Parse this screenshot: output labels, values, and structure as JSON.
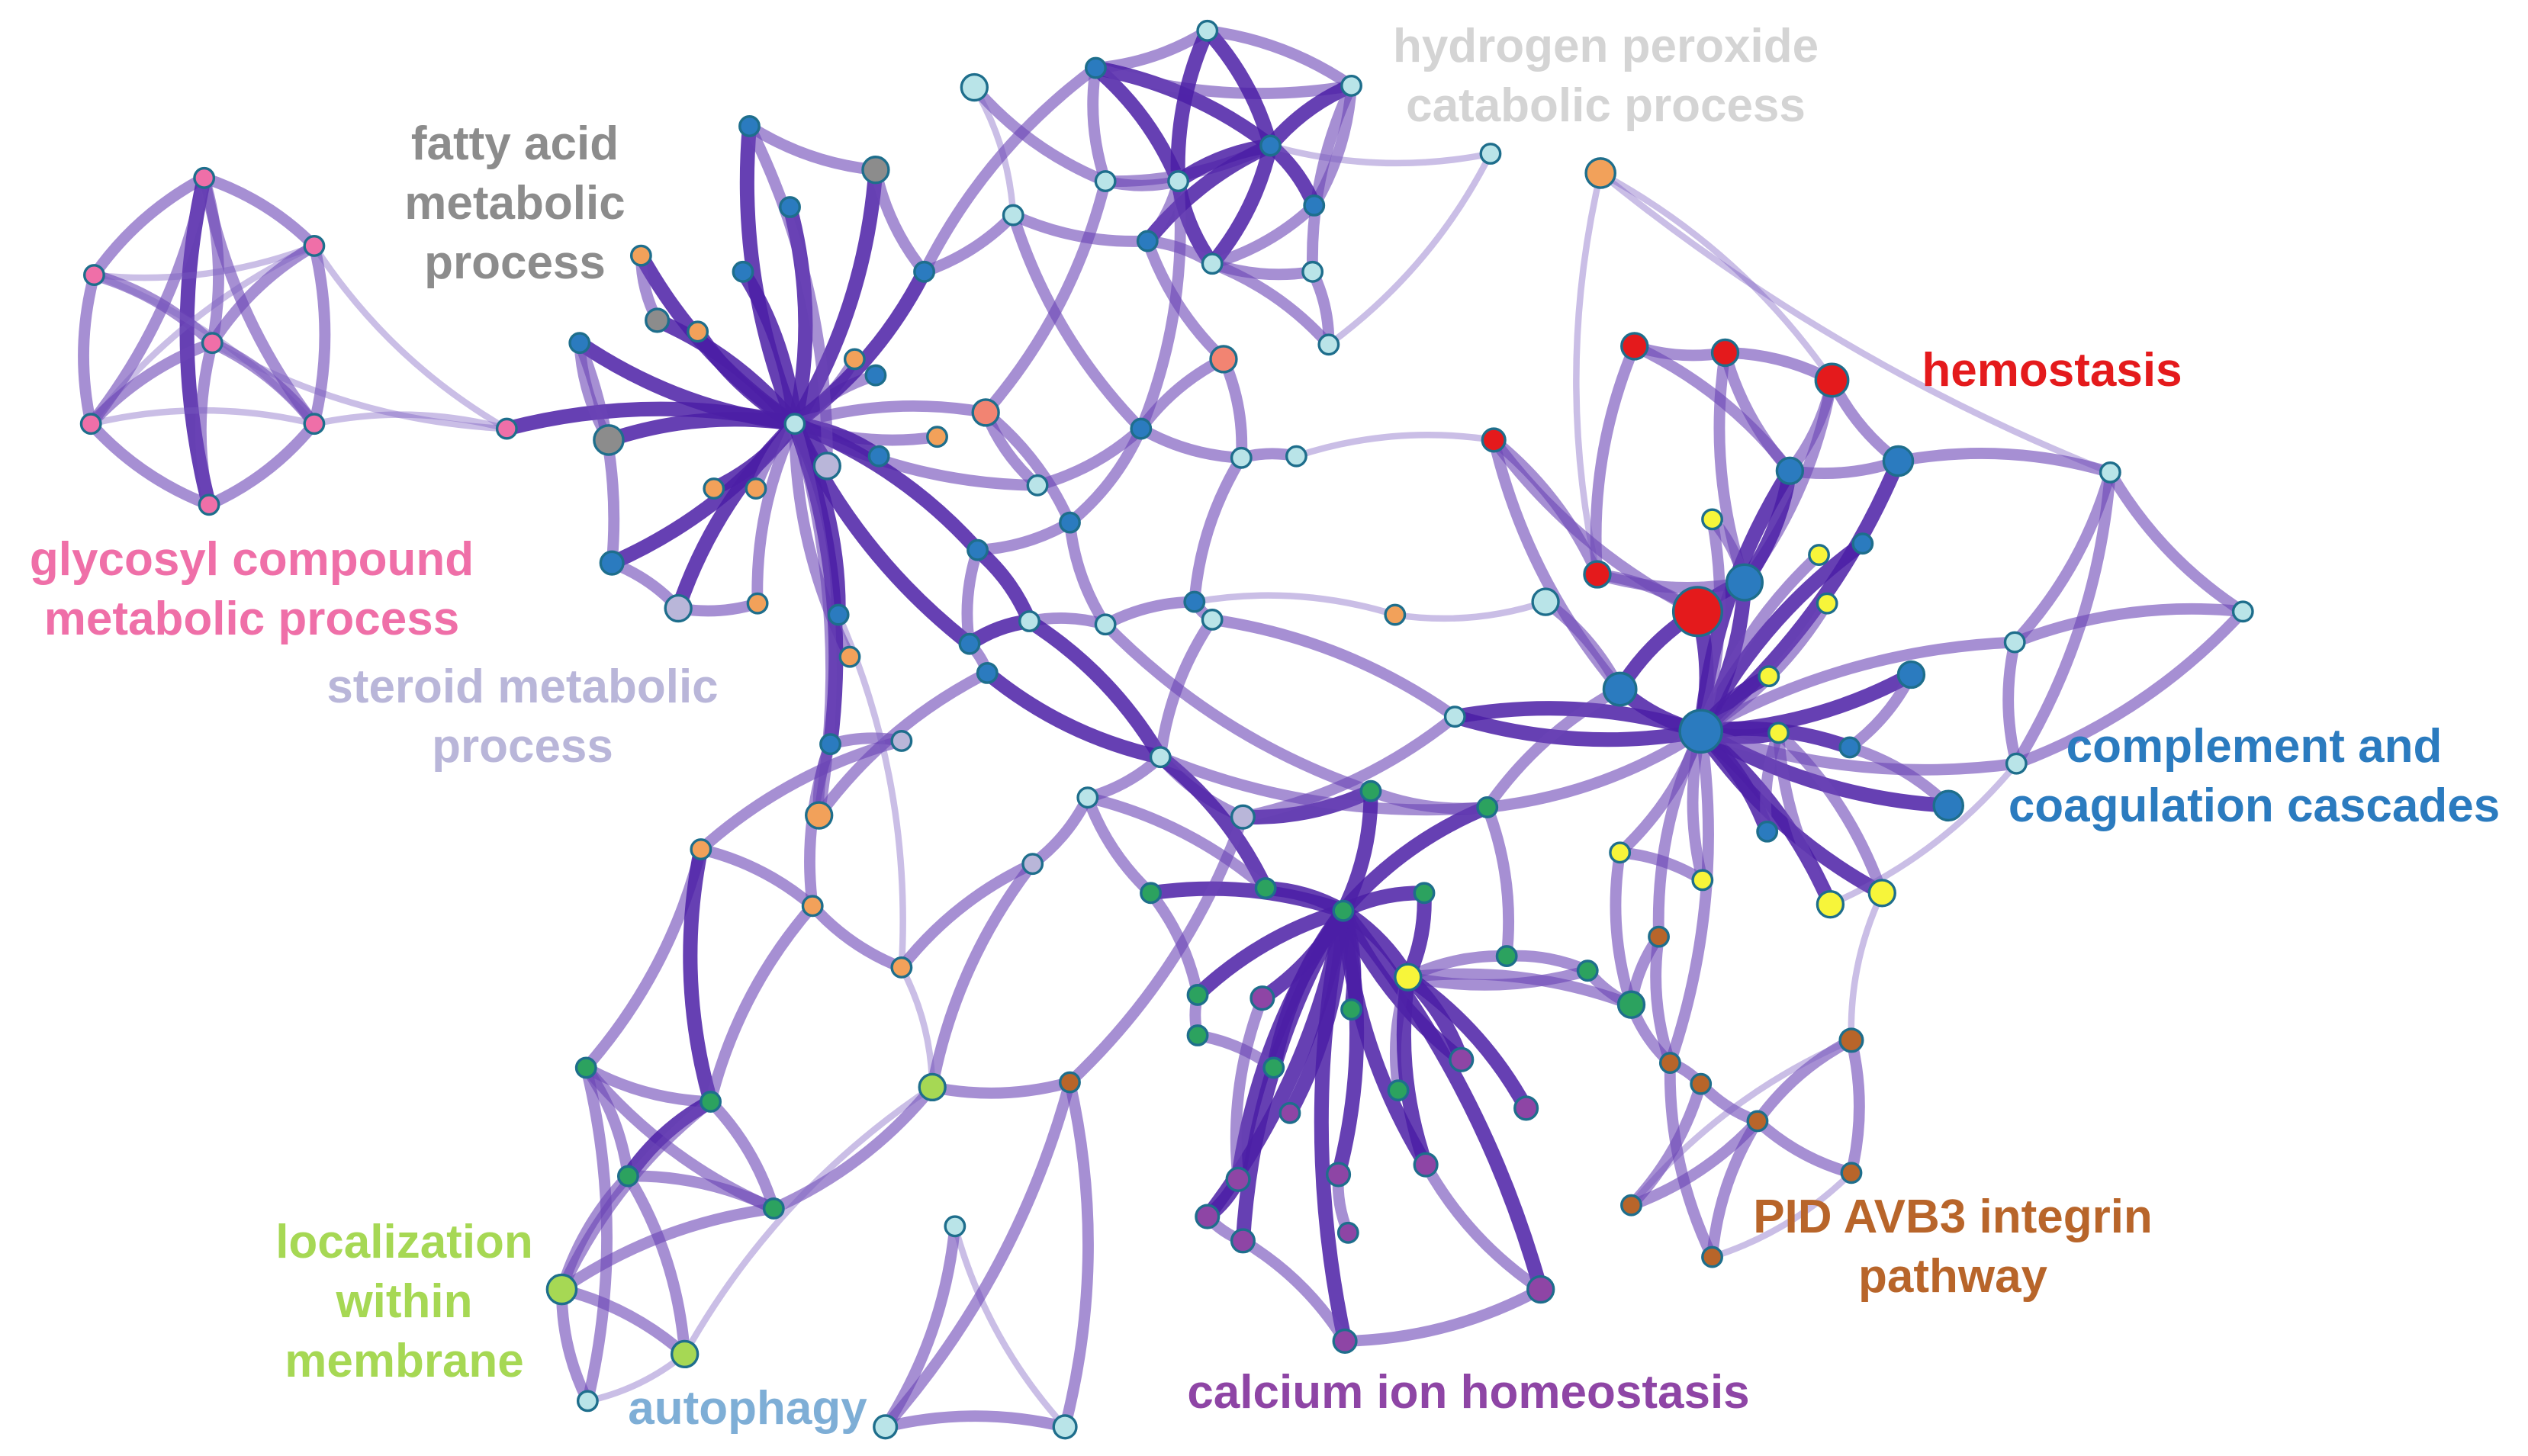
{
  "colors": {
    "edge": "#5b2fb0",
    "node_stroke": "#1e6e8c",
    "glycosyl": "#ef6fa8",
    "fatty_acid": "#8c8c8c",
    "steroid": "#b9b6d9",
    "hydrogen_peroxide": "#d4d4d4",
    "hemostasis": "#e41a1c",
    "complement": "#2b7bbf",
    "pid_avb3": "#b8652a",
    "calcium": "#8e45a5",
    "autophagy": "#7eaed6",
    "localization": "#a6d854",
    "light_teal": "#b9e4e8",
    "orange": "#f2a15a",
    "salmon": "#f28472",
    "yellow": "#f7f53a",
    "green": "#2ca25f"
  },
  "clusters": [
    {
      "id": "glycosyl",
      "lines": [
        "glycosyl compound",
        "metabolic process"
      ]
    },
    {
      "id": "fatty_acid",
      "lines": [
        "fatty acid",
        "metabolic",
        "process"
      ]
    },
    {
      "id": "steroid",
      "lines": [
        "steroid metabolic",
        "process"
      ]
    },
    {
      "id": "hydrogen_peroxide",
      "lines": [
        "hydrogen peroxide",
        "catabolic process"
      ]
    },
    {
      "id": "hemostasis",
      "lines": [
        "hemostasis"
      ]
    },
    {
      "id": "complement",
      "lines": [
        "complement and",
        "coagulation cascades"
      ]
    },
    {
      "id": "pid_avb3",
      "lines": [
        "PID AVB3 integrin",
        "pathway"
      ]
    },
    {
      "id": "calcium",
      "lines": [
        "calcium ion homeostasis"
      ]
    },
    {
      "id": "autophagy",
      "lines": [
        "autophagy"
      ]
    },
    {
      "id": "localization",
      "lines": [
        "localization",
        "within",
        "membrane"
      ]
    }
  ]
}
